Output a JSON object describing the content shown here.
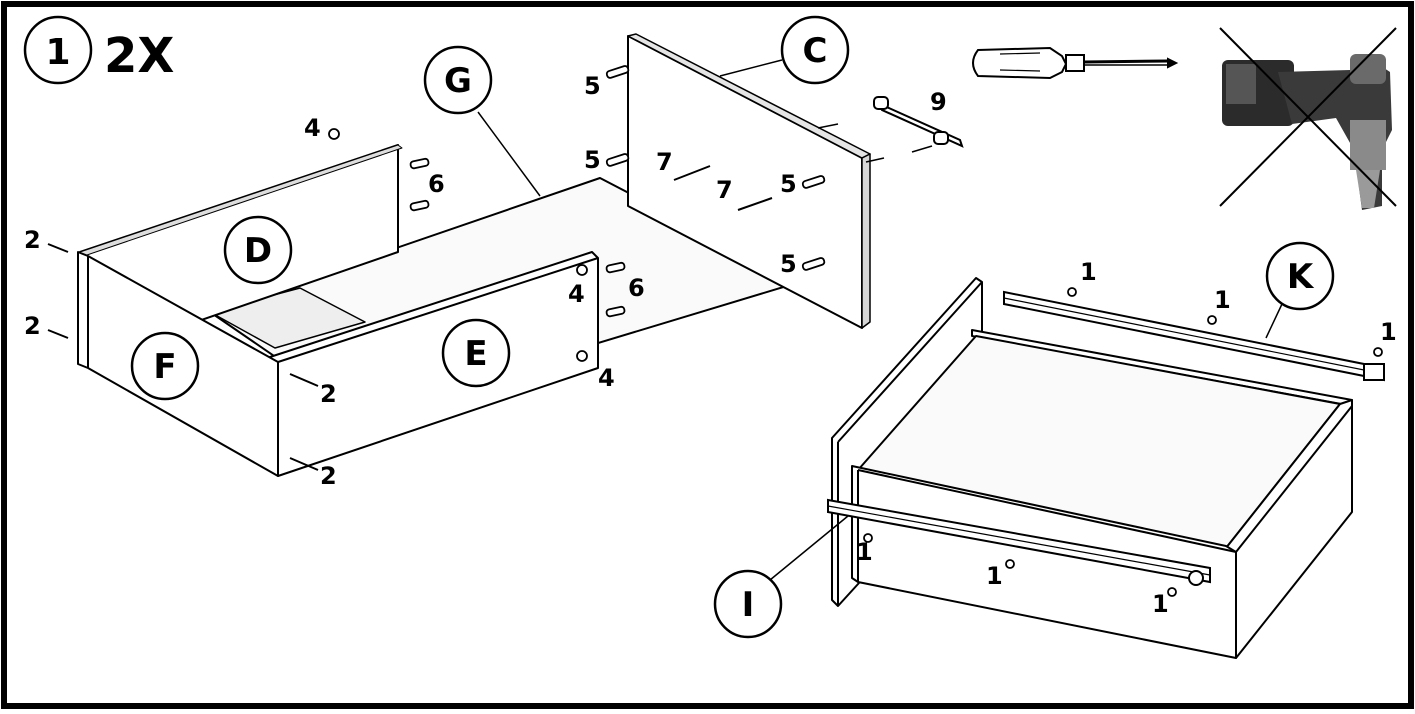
{
  "step": {
    "number": "1",
    "multiplier": "2X"
  },
  "parts": {
    "C": "C",
    "G": "G",
    "D": "D",
    "E": "E",
    "F": "F",
    "K": "K",
    "I": "I"
  },
  "fasteners": {
    "n1": "1",
    "n2": "2",
    "n4": "4",
    "n5": "5",
    "n6": "6",
    "n7": "7",
    "n9": "9"
  },
  "tools": {
    "allowed": "screwdriver-icon",
    "forbidden": "power-drill-icon"
  },
  "colors": {
    "ink": "#000000",
    "paper": "#ffffff",
    "panel": "#f7f7f7",
    "drill_body": "#3a3a3a"
  }
}
